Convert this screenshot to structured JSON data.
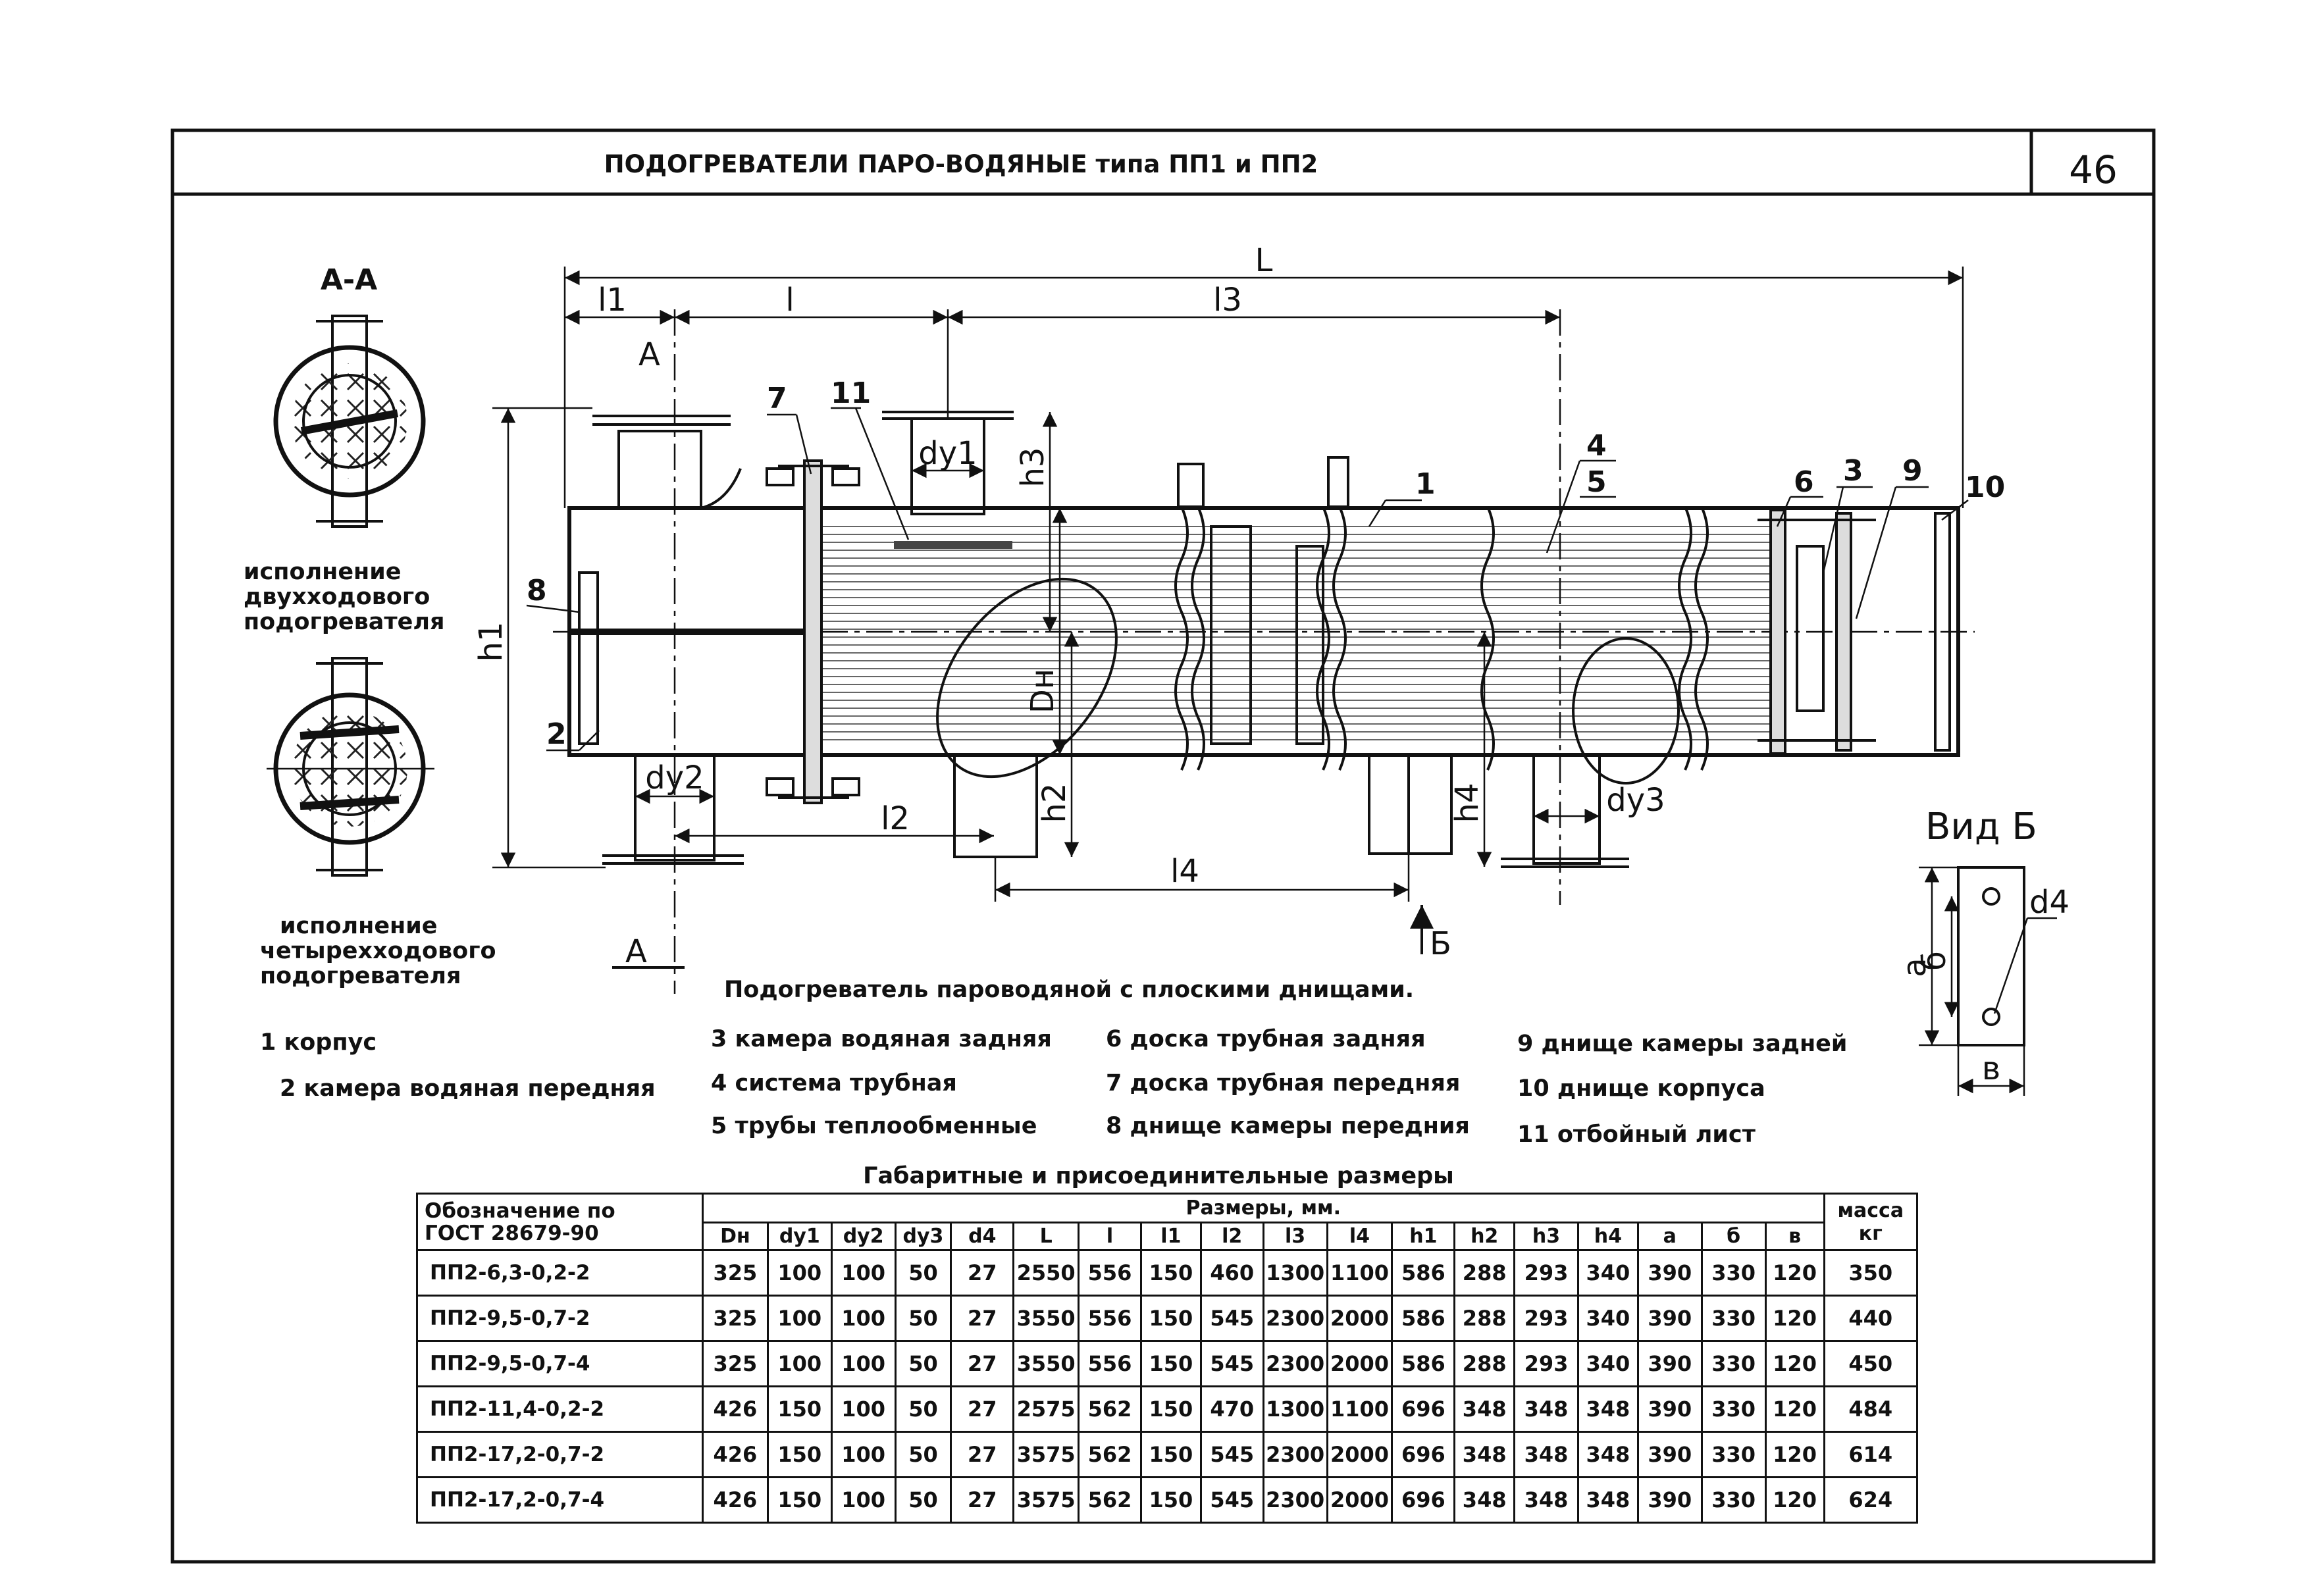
{
  "sheet": {
    "title": "ПОДОГРЕВАТЕЛИ ПАРО-ВОДЯНЫЕ типа ПП1 и ПП2",
    "page_number": "46"
  },
  "section_aa": {
    "label": "А-А",
    "caption_two_pass": [
      "исполнение",
      "двухходового",
      "подогревателя"
    ],
    "caption_four_pass": [
      "исполнение",
      "четырехходового",
      "подогревателя"
    ]
  },
  "main_view": {
    "caption": "Подогреватель пароводяной с плоскими днищами.",
    "section_mark": "А",
    "view_arrow": "Б",
    "dimension_labels": {
      "L": "L",
      "l1": "l1",
      "l": "l",
      "l3": "l3",
      "l2": "l2",
      "l4": "l4",
      "h1": "h1",
      "h2": "h2",
      "h3": "h3",
      "h4": "h4",
      "Dn": "Dн",
      "dy1": "dy1",
      "dy2": "dy2",
      "dy3": "dy3"
    },
    "part_numbers": [
      "1",
      "2",
      "3",
      "4",
      "5",
      "6",
      "7",
      "8",
      "9",
      "10",
      "11"
    ]
  },
  "view_b": {
    "title": "Вид Б",
    "dim_a": "a",
    "dim_b": "б",
    "dim_v": "в",
    "hole": "d4"
  },
  "legend": [
    "1 корпус",
    "2 камера водяная передняя",
    "3 камера водяная задняя",
    "4 система трубная",
    "5 трубы теплообменные",
    "6 доска трубная задняя",
    "7 доска трубная передняя",
    "8 днище камеры передния",
    "9 днище камеры задней",
    "10 днище корпуса",
    "11 отбойный лист"
  ],
  "table": {
    "caption": "Габаритные и присоединительные размеры",
    "designation_header": [
      "Обозначение по",
      "ГОСТ 28679-90"
    ],
    "group_header": "Размеры, мм.",
    "mass_header": [
      "масса",
      "кг"
    ],
    "columns": [
      "Dн",
      "dу1",
      "dу2",
      "dу3",
      "d4",
      "L",
      "l",
      "l1",
      "l2",
      "l3",
      "l4",
      "h1",
      "h2",
      "h3",
      "h4",
      "a",
      "б",
      "в"
    ],
    "rows": [
      {
        "designation": "ПП2-6,3-0,2-2",
        "values": [
          "325",
          "100",
          "100",
          "50",
          "27",
          "2550",
          "556",
          "150",
          "460",
          "1300",
          "1100",
          "586",
          "288",
          "293",
          "340",
          "390",
          "330",
          "120"
        ],
        "mass": "350"
      },
      {
        "designation": "ПП2-9,5-0,7-2",
        "values": [
          "325",
          "100",
          "100",
          "50",
          "27",
          "3550",
          "556",
          "150",
          "545",
          "2300",
          "2000",
          "586",
          "288",
          "293",
          "340",
          "390",
          "330",
          "120"
        ],
        "mass": "440"
      },
      {
        "designation": "ПП2-9,5-0,7-4",
        "values": [
          "325",
          "100",
          "100",
          "50",
          "27",
          "3550",
          "556",
          "150",
          "545",
          "2300",
          "2000",
          "586",
          "288",
          "293",
          "340",
          "390",
          "330",
          "120"
        ],
        "mass": "450"
      },
      {
        "designation": "ПП2-11,4-0,2-2",
        "values": [
          "426",
          "150",
          "100",
          "50",
          "27",
          "2575",
          "562",
          "150",
          "470",
          "1300",
          "1100",
          "696",
          "348",
          "348",
          "348",
          "390",
          "330",
          "120"
        ],
        "mass": "484"
      },
      {
        "designation": "ПП2-17,2-0,7-2",
        "values": [
          "426",
          "150",
          "100",
          "50",
          "27",
          "3575",
          "562",
          "150",
          "545",
          "2300",
          "2000",
          "696",
          "348",
          "348",
          "348",
          "390",
          "330",
          "120"
        ],
        "mass": "614"
      },
      {
        "designation": "ПП2-17,2-0,7-4",
        "values": [
          "426",
          "150",
          "100",
          "50",
          "27",
          "3575",
          "562",
          "150",
          "545",
          "2300",
          "2000",
          "696",
          "348",
          "348",
          "348",
          "390",
          "330",
          "120"
        ],
        "mass": "624"
      }
    ]
  }
}
